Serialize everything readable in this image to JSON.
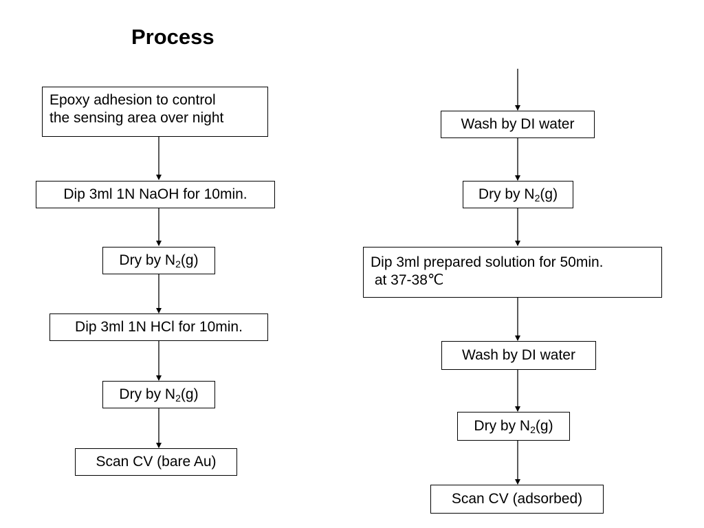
{
  "title": "Process",
  "left_column": {
    "step1": {
      "line1": "Epoxy adhesion to control",
      "line2": "the sensing area over night"
    },
    "step2": {
      "label": "Dip 3ml 1N NaOH for 10min."
    },
    "step3": {
      "prefix": "Dry by N",
      "sub": "2",
      "suffix": "(g)"
    },
    "step4": {
      "label": "Dip 3ml 1N HCl for 10min."
    },
    "step5": {
      "prefix": "Dry by N",
      "sub": "2",
      "suffix": "(g)"
    },
    "step6": {
      "label": "Scan CV (bare Au)"
    }
  },
  "right_column": {
    "step1": {
      "label": "Wash by DI water"
    },
    "step2": {
      "prefix": "Dry by N",
      "sub": "2",
      "suffix": "(g)"
    },
    "step3": {
      "line1": "Dip 3ml prepared solution for 50min.",
      "line2": " at 37-38℃"
    },
    "step4": {
      "label": "Wash by DI water"
    },
    "step5": {
      "prefix": "Dry by N",
      "sub": "2",
      "suffix": "(g)"
    },
    "step6": {
      "label": "Scan CV (adsorbed)"
    }
  }
}
